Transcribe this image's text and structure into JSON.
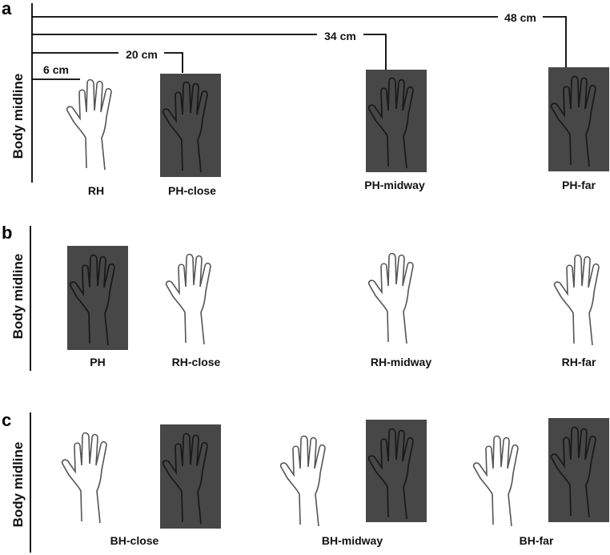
{
  "panels": {
    "a": {
      "letter": "a",
      "axis_label": "Body midline",
      "distances": [
        "6 cm",
        "20 cm",
        "34 cm",
        "48 cm"
      ],
      "labels": [
        "RH",
        "PH-close",
        "PH-midway",
        "PH-far"
      ]
    },
    "b": {
      "letter": "b",
      "axis_label": "Body midline",
      "labels": [
        "PH",
        "RH-close",
        "RH-midway",
        "RH-far"
      ]
    },
    "c": {
      "letter": "c",
      "axis_label": "Body midline",
      "labels": [
        "BH-close",
        "BH-midway",
        "BH-far"
      ]
    }
  }
}
